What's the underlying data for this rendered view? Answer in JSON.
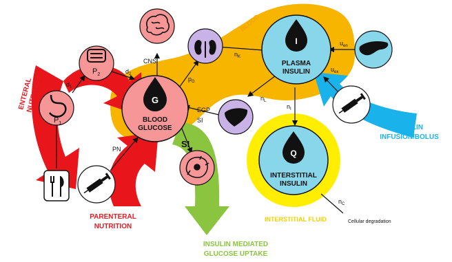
{
  "nodes": {
    "blood_glucose": {
      "line1": "BLOOD",
      "line2": "GLUCOSE",
      "symbol": "G"
    },
    "plasma_insulin": {
      "line1": "PLASMA",
      "line2": "INSULIN",
      "symbol": "I"
    },
    "interstitial_insulin": {
      "line1": "INTERSTITIAL",
      "line2": "INSULIN",
      "symbol": "Q"
    },
    "stomach": {
      "symbol": "P",
      "sub": "1"
    },
    "gut": {
      "symbol": "P",
      "sub": "2"
    }
  },
  "regions": {
    "blood": "BLOOD",
    "interstitial_fluid": "INTERSTITIAL FLUID"
  },
  "arrows": {
    "enteral": {
      "line1": "ENTERAL",
      "line2": "NUTRITION"
    },
    "parenteral": {
      "line1": "PARENTERAL",
      "line2": "NUTRITION"
    },
    "insulin_mediated": {
      "line1": "INSULIN MEDIATED",
      "line2": "GLUCOSE UPTAKE"
    },
    "insulin_infusion": {
      "line1": "INSULIN",
      "line2": "INFUSION/BOLUS"
    }
  },
  "flows": {
    "d1": {
      "main": "d",
      "sub": "1"
    },
    "d2": {
      "main": "d",
      "sub": "2"
    },
    "cns": "CNS",
    "pg": {
      "main": "p",
      "sub": "G"
    },
    "egp": "EGP",
    "si_small": "SI",
    "si_big": "SI",
    "pn": "PN",
    "nk": {
      "main": "n",
      "sub": "K"
    },
    "nl": {
      "main": "n",
      "sub": "L"
    },
    "ni": {
      "main": "n",
      "sub": "I"
    },
    "nc": {
      "main": "n",
      "sub": "C"
    },
    "uen": {
      "main": "u",
      "sub": "en"
    },
    "uex": {
      "main": "u",
      "sub": "ex"
    },
    "cellular_degradation": "Cellular degradation"
  },
  "icons": [
    "brain-icon",
    "kidney-icon",
    "liver-icon",
    "pancreas-icon",
    "cell-icon",
    "syringe-icon",
    "fork-knife-icon",
    "stomach-icon",
    "intestine-icon",
    "droplet-icon"
  ],
  "colors": {
    "blood_band": "#f7b500",
    "interstitial_ring": "#ffee00",
    "plasma_node": "#87d6ea",
    "glucose_node": "#f79696",
    "organ_node": "#c9b3e6",
    "red_arrow": "#e8161b",
    "green_arrow": "#8bc43f",
    "blue_arrow": "#1ab2eb",
    "red_text": "#e51b23",
    "orange_text": "#f5a300"
  }
}
